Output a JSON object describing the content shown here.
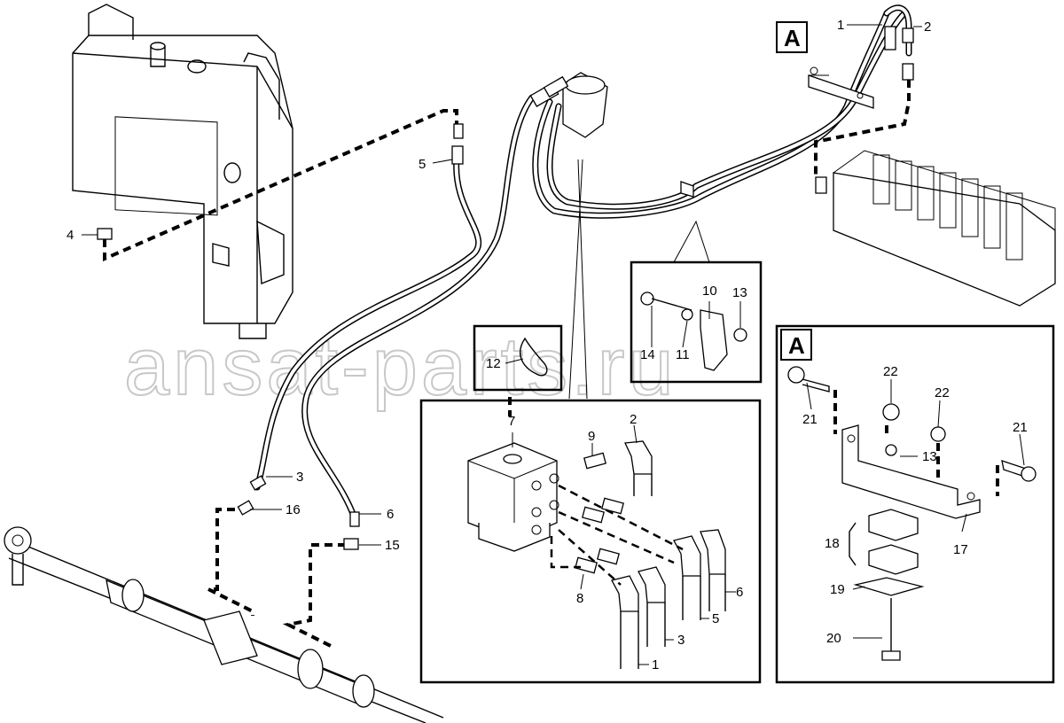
{
  "diagram": {
    "watermark": "ansat-parts.ru",
    "view_markers": {
      "main": "A",
      "detail": "A"
    },
    "callouts": {
      "c1": "1",
      "c2": "2",
      "c4": "4",
      "c5": "5",
      "c3": "3",
      "c16": "16",
      "c6": "6",
      "c15": "15",
      "c12": "12",
      "c10": "10",
      "c13": "13",
      "c14": "14",
      "c11": "11",
      "d7": "7",
      "d9": "9",
      "d2": "2",
      "d8": "8",
      "d6": "6",
      "d5": "5",
      "d3": "3",
      "d1": "1",
      "a22a": "22",
      "a22b": "22",
      "a21a": "21",
      "a21b": "21",
      "a13": "13",
      "a17": "17",
      "a18": "18",
      "a19": "19",
      "a20": "20"
    }
  }
}
